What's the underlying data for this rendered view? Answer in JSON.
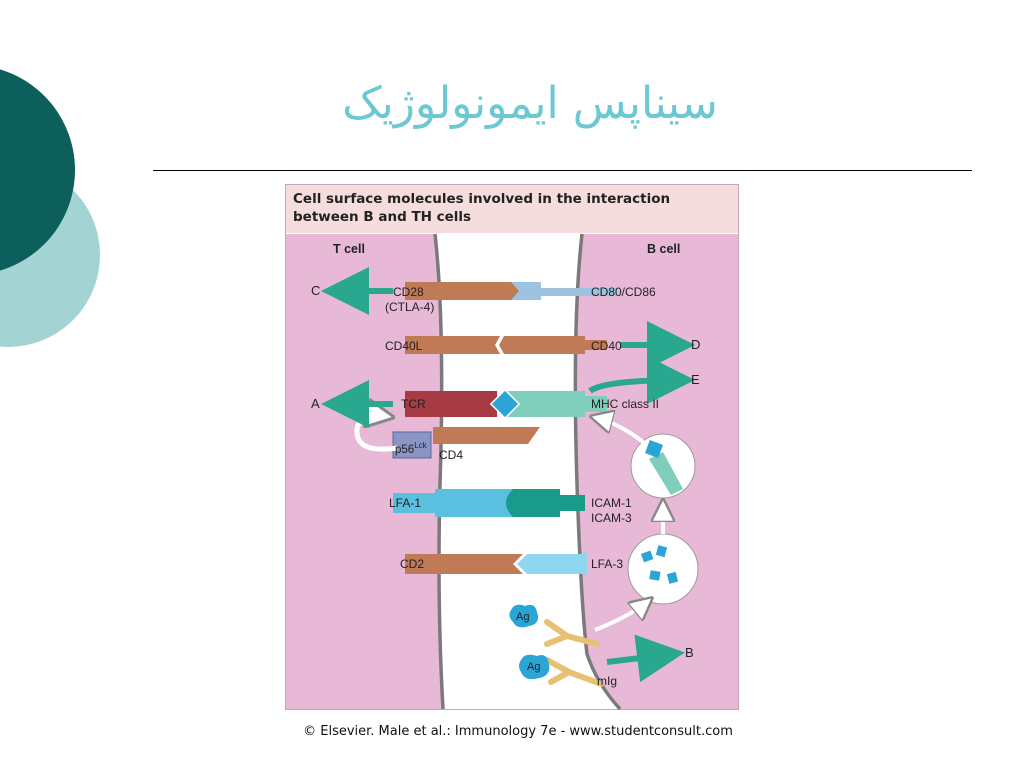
{
  "colors": {
    "deco_dark": "#0d5f5c",
    "deco_light": "#a3d3d3",
    "title": "#6cc8d2",
    "cell": "#e7b9d7",
    "header_bg": "#f6dddd",
    "arrow": "#2aa78f"
  },
  "slide": {
    "title": "سیناپس ایمونولوژیک",
    "caption": "© Elsevier. Male et al.: Immunology 7e - www.studentconsult.com"
  },
  "figure": {
    "header": "Cell surface molecules involved in the interaction between B and TH cells",
    "t_cell_label": "T cell",
    "b_cell_label": "B cell",
    "t_labels": {
      "cd28": "CD28",
      "ctla4": "(CTLA-4)",
      "cd40l": "CD40L",
      "tcr": "TCR",
      "p56": "p56",
      "p56_sup": "Lck",
      "cd4": "CD4",
      "lfa1": "LFA-1",
      "cd2": "CD2"
    },
    "b_labels": {
      "cd80": "CD80/CD86",
      "cd40": "CD40",
      "mhc": "MHC class II",
      "icam1": "ICAM-1",
      "icam3": "ICAM-3",
      "lfa3": "LFA-3",
      "mig": "mIg",
      "ag": "Ag"
    },
    "signals": {
      "c": "C",
      "d": "D",
      "a": "A",
      "e": "E",
      "b": "B"
    }
  }
}
